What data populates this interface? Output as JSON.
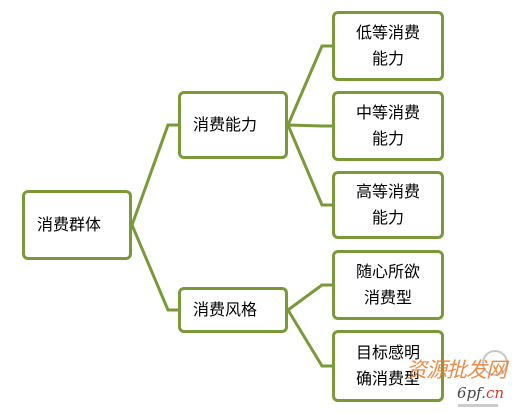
{
  "diagram": {
    "line_color": "#7a9a3a",
    "root": {
      "label": "消费群体"
    },
    "branches": [
      {
        "label": "消费能力",
        "children": [
          {
            "lines": [
              "低等消费",
              "能力"
            ]
          },
          {
            "lines": [
              "中等消费",
              "能力"
            ]
          },
          {
            "lines": [
              "高等消费",
              "能力"
            ]
          }
        ]
      },
      {
        "label": "消费风格",
        "children": [
          {
            "lines": [
              "随心所欲",
              "消费型"
            ]
          },
          {
            "lines": [
              "目标感明",
              "确消费型"
            ]
          }
        ]
      }
    ]
  },
  "watermark": {
    "chinese": "资源批发网",
    "url_main": "6pf.",
    "url_tld": "cn"
  }
}
